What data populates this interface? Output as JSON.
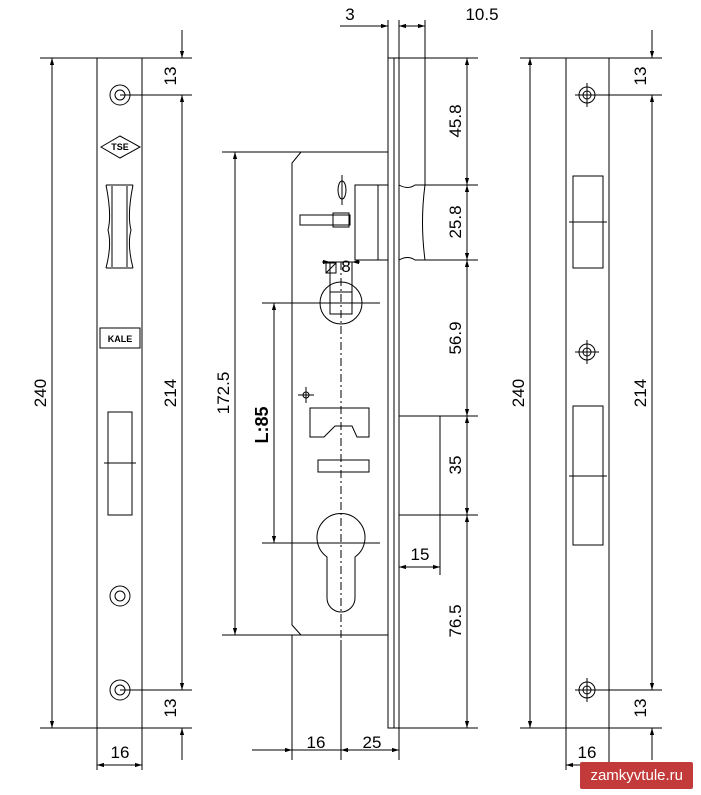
{
  "dimensions": {
    "left_strike_height": "240",
    "left_strike_inner": "214",
    "left_top_offset": "13",
    "left_bottom_offset": "13",
    "left_width": "16",
    "case_height": "172.5",
    "backset_label": "L:85",
    "top_thickness": "3",
    "top_projection": "10.5",
    "faceplate_to_latch": "45.8",
    "latch_height": "25.8",
    "latch_to_bolt": "56.9",
    "bolt_height": "35",
    "bolt_throw": "15",
    "bolt_to_bottom": "76.5",
    "bottom_width_left": "16",
    "bottom_width_right": "25",
    "square_spindle": "8",
    "right_strike_height": "240",
    "right_strike_inner": "214",
    "right_top_offset": "13",
    "right_bottom_offset": "13",
    "right_width": "16"
  },
  "logos": {
    "tse": "TSE",
    "kale": "KALE"
  },
  "watermark": "zamkyvtule.ru"
}
